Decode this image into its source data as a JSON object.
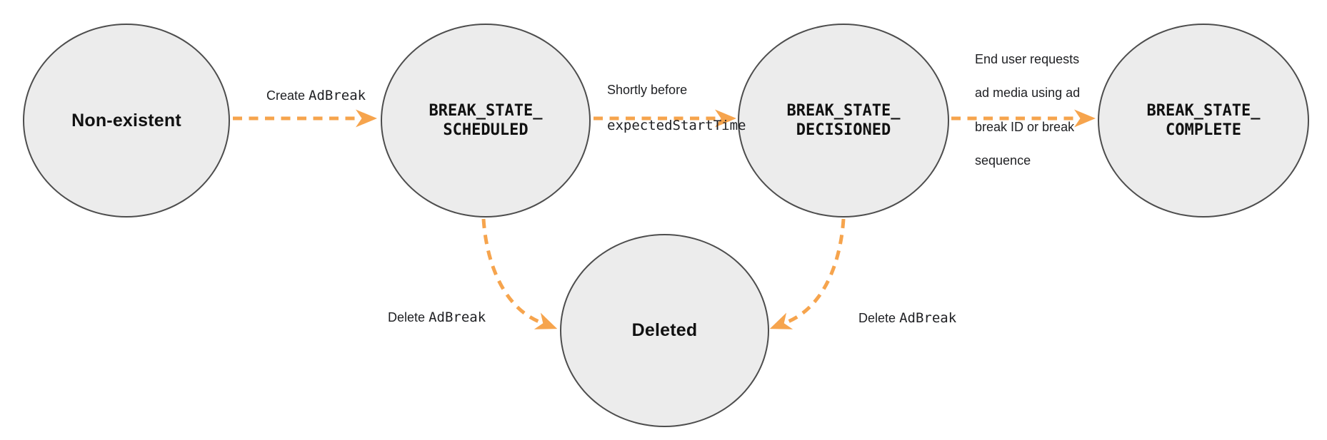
{
  "diagram": {
    "description": "Ad break state transition diagram",
    "colors": {
      "background": "#FFFFFF",
      "node_fill": "#ECECEC",
      "node_stroke": "#4D4D4D",
      "arrow": "#F6A44D",
      "node_text": "#111111",
      "label_text": "#202124"
    },
    "nodes": {
      "nonexistent": {
        "label": "Non-existent"
      },
      "scheduled": {
        "line1": "BREAK_STATE_",
        "line2": "SCHEDULED"
      },
      "decisioned": {
        "line1": "BREAK_STATE_",
        "line2": "DECISIONED"
      },
      "complete": {
        "line1": "BREAK_STATE_",
        "line2": "COMPLETE"
      },
      "deleted": {
        "label": "Deleted"
      }
    },
    "edges": {
      "create": {
        "from": "Non-existent",
        "to": "BREAK_STATE_SCHEDULED",
        "text_sans": "Create ",
        "text_mono": "AdBreak"
      },
      "shortly": {
        "from": "BREAK_STATE_SCHEDULED",
        "to": "BREAK_STATE_DECISIONED",
        "line1_sans": "Shortly before",
        "line2_mono": "expectedStartTime"
      },
      "enduser": {
        "from": "BREAK_STATE_DECISIONED",
        "to": "BREAK_STATE_COMPLETE",
        "line1": "End user requests",
        "line2": "ad media using ad",
        "line3": "break ID or break",
        "line4": "sequence"
      },
      "delete_left": {
        "from": "BREAK_STATE_SCHEDULED",
        "to": "Deleted",
        "text_sans": "Delete ",
        "text_mono": "AdBreak"
      },
      "delete_right": {
        "from": "BREAK_STATE_DECISIONED",
        "to": "Deleted",
        "text_sans": "Delete ",
        "text_mono": "AdBreak"
      }
    }
  }
}
